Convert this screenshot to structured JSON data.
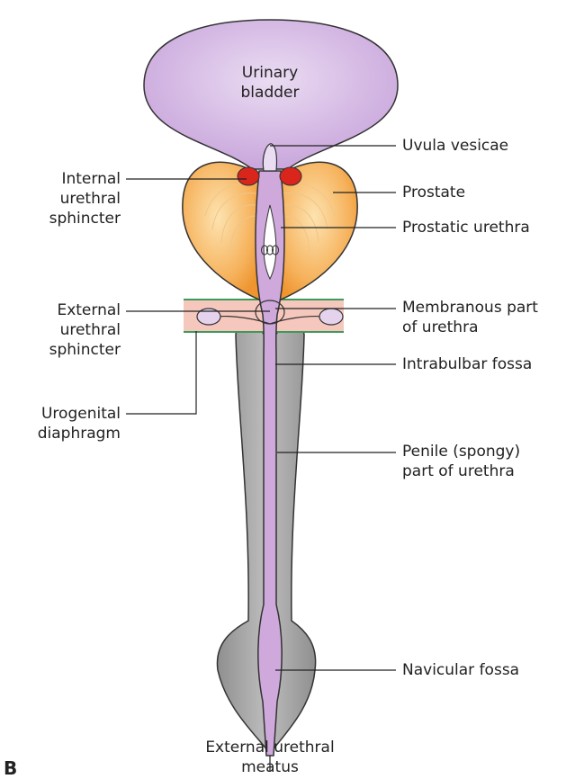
{
  "diagram": {
    "panel_letter": "B",
    "organ_labels": {
      "bladder": "Urinary\nbladder"
    },
    "labels_left": {
      "internal_sphincter": "Internal\nurethral\nsphincter",
      "external_sphincter": "External\nurethral\nsphincter",
      "urogenital_diaphragm": "Urogenital\ndiaphragm"
    },
    "labels_right": {
      "uvula_vesicae": "Uvula vesicae",
      "prostate": "Prostate",
      "prostatic_urethra": "Prostatic urethra",
      "membranous_part": "Membranous part\nof urethra",
      "intrabulbar_fossa": "Intrabulbar fossa",
      "penile_part": "Penile (spongy)\npart of urethra",
      "navicular_fossa": "Navicular fossa"
    },
    "labels_bottom": {
      "external_meatus": "External urethral\nmeatus"
    },
    "colors": {
      "bladder": "#d9bfe6",
      "urethra": "#cfa8dc",
      "prostate": "#f3a64a",
      "sphincter": "#d9251c",
      "diaphragm": "#f6c8bd",
      "diaphragm_edge": "#3c9a5a",
      "penis": "#9b9b9b",
      "outline": "#333333"
    }
  }
}
